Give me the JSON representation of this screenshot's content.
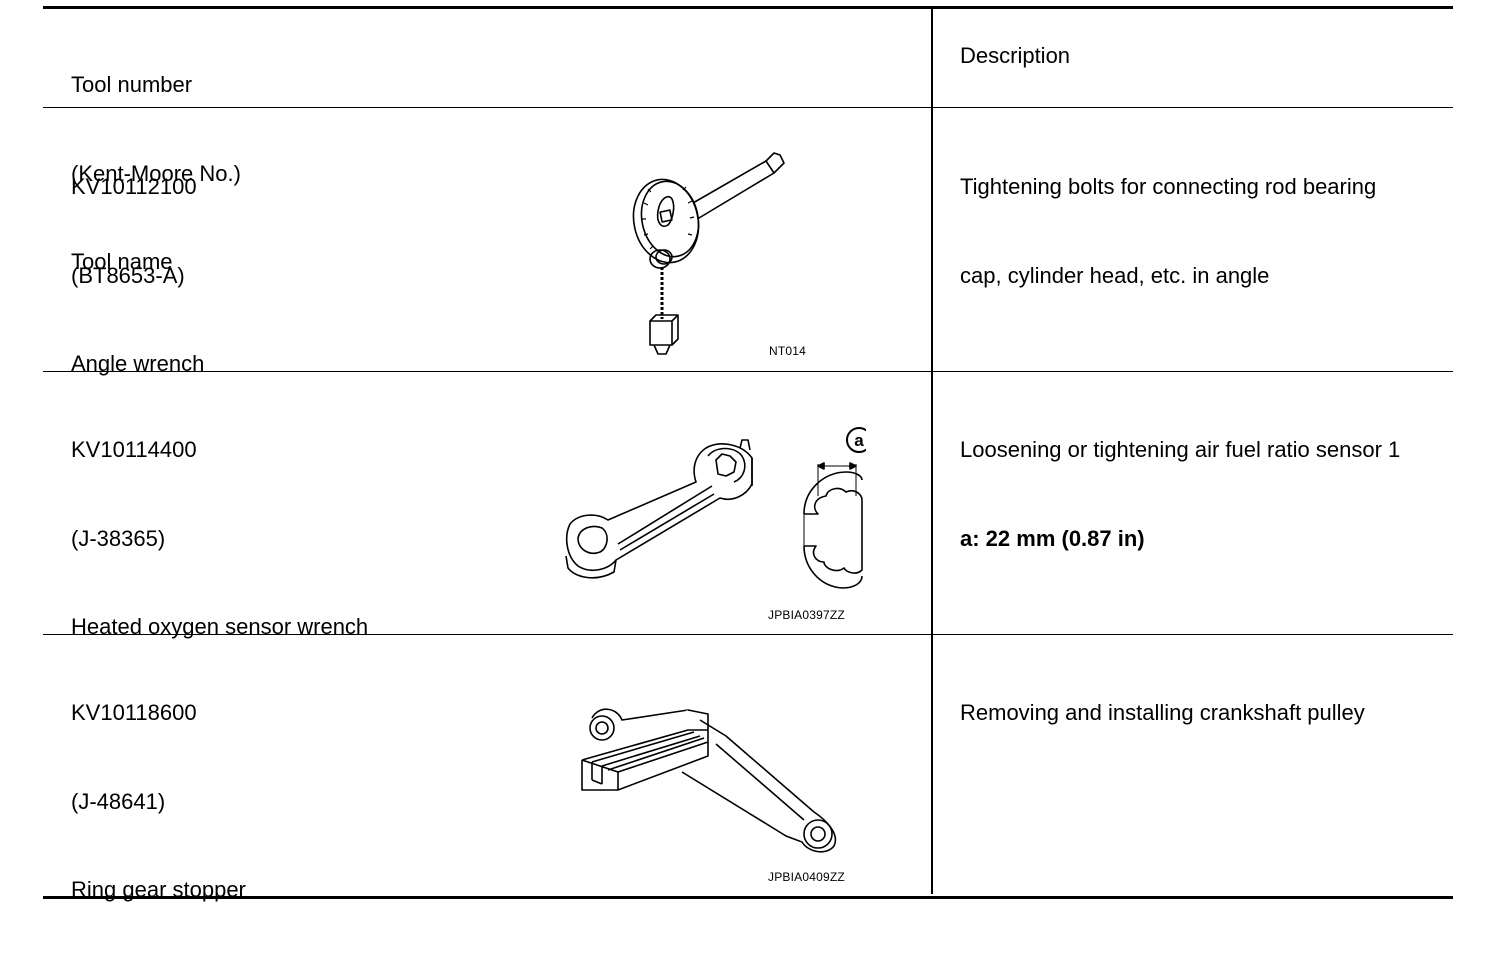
{
  "header": {
    "tool_col": [
      "Tool number",
      "(Kent-Moore No.)",
      "Tool name"
    ],
    "desc_col": "Description"
  },
  "rows": [
    {
      "tool_number": "KV10112100",
      "kent_moore": "(BT8653-A)",
      "tool_name": "Angle wrench",
      "description_lines": [
        "Tightening bolts for connecting rod bearing",
        "cap, cylinder head, etc. in angle"
      ],
      "figure_code": "NT014",
      "figure_icon": "angle-wrench-illustration"
    },
    {
      "tool_number": "KV10114400",
      "kent_moore": "(J-38365)",
      "tool_name": "Heated oxygen sensor wrench",
      "description_lines": [
        "Loosening or tightening air fuel ratio sensor 1"
      ],
      "spec": "a: 22 mm (0.87 in)",
      "callout": "a",
      "figure_code": "JPBIA0397ZZ",
      "figure_icon": "oxygen-sensor-wrench-illustration"
    },
    {
      "tool_number": "KV10118600",
      "kent_moore": "(J-48641)",
      "tool_name": "Ring gear stopper",
      "description_lines": [
        "Removing and installing crankshaft pulley"
      ],
      "figure_code": "JPBIA0409ZZ",
      "figure_icon": "ring-gear-stopper-illustration"
    }
  ]
}
